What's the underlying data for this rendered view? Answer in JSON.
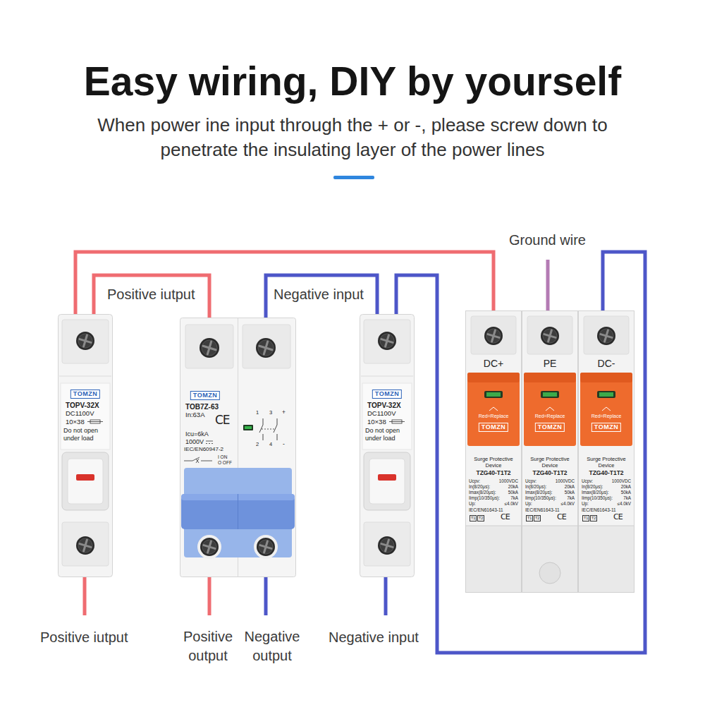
{
  "diagram": {
    "title": "Easy wiring, DIY by yourself",
    "caption": "When power ine input through the + or -, please screw down to penetrate the insulating layer of the power lines",
    "nodes": [
      {
        "text": [
          "TOMZN",
          "TOPV-32X",
          "DC1100V",
          "10×38",
          "Do not open under load"
        ]
      },
      {
        "text": [
          "TOMZN",
          "TOB7Z-63",
          "In:63A",
          "CE",
          "Icu=6kA",
          "1000V",
          "IEC/EN60947-2",
          "I ON",
          "O OFF",
          "1",
          "3",
          "+",
          "2",
          "4",
          "-"
        ]
      },
      {
        "text": [
          "TOMZN",
          "TOPV-32X",
          "DC1100V",
          "10×38",
          "Do not open under load"
        ]
      },
      {
        "text": [
          "DC+",
          "Red=Replace",
          "TOMZN",
          "Surge Protective Device",
          "TZG40-T1T2",
          "Ucpv:",
          "1000VDC",
          "In(8/20μs):",
          "20kA",
          "Imax(8/20μs):",
          "50kA",
          "Iimp(10/350μs):",
          "7kA",
          "Up:",
          "≤4.0kV",
          "IEC/EN61643-11",
          "T1",
          "T2",
          "CE"
        ]
      },
      {
        "text": [
          "PE",
          "Red=Replace",
          "TOMZN",
          "Surge Protective Device",
          "TZG40-T1T2",
          "Ucpv:",
          "1000VDC",
          "In(8/20μs):",
          "20kA",
          "Imax(8/20μs):",
          "50kA",
          "Iimp(10/350μs):",
          "7kA",
          "Up:",
          "≤4.0kV",
          "IEC/EN61643-11",
          "T1",
          "T2",
          "CE"
        ]
      },
      {
        "text": [
          "DC-",
          "Red=Replace",
          "TOMZN",
          "Surge Protective Device",
          "TZG40-T1T2",
          "Ucpv:",
          "1000VDC",
          "In(8/20μs):",
          "20kA",
          "Imax(8/20μs):",
          "50kA",
          "Iimp(10/350μs):",
          "7kA",
          "Up:",
          "≤4.0kV",
          "IEC/EN61643-11",
          "T1",
          "T2",
          "CE"
        ]
      }
    ],
    "edges": [
      {
        "from": 0,
        "to": 1,
        "arrow": "none"
      },
      {
        "from": 0,
        "to": 3,
        "arrow": "none"
      },
      {
        "from": 1,
        "to": 2,
        "arrow": "none"
      },
      {
        "from": 2,
        "to": 5,
        "arrow": "none"
      }
    ],
    "labels": [
      "Ground wire",
      "Positive iutput",
      "Negative input",
      "Positive iutput",
      "Positive output",
      "Negative output",
      "Negative input"
    ]
  }
}
